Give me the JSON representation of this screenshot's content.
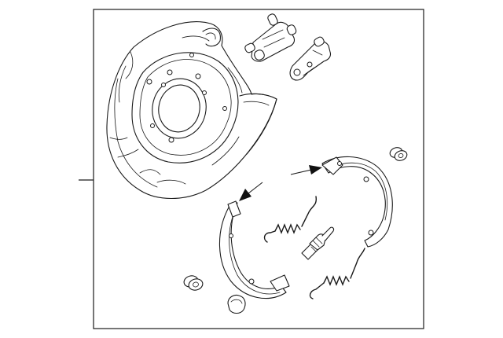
{
  "diagram": {
    "background": "#ffffff",
    "line_color": "#1a1a1a",
    "parts": [
      {
        "name": "backing-plate"
      },
      {
        "name": "adjuster-bracket"
      },
      {
        "name": "adjuster-lever"
      },
      {
        "name": "upper-brake-shoe"
      },
      {
        "name": "lower-brake-shoe"
      },
      {
        "name": "upper-return-spring"
      },
      {
        "name": "lower-return-spring"
      },
      {
        "name": "adjuster-screw"
      },
      {
        "name": "hold-down-spring-small"
      },
      {
        "name": "hold-down-spring-large"
      },
      {
        "name": "boot-cap"
      }
    ],
    "callout_arrows": 2
  }
}
